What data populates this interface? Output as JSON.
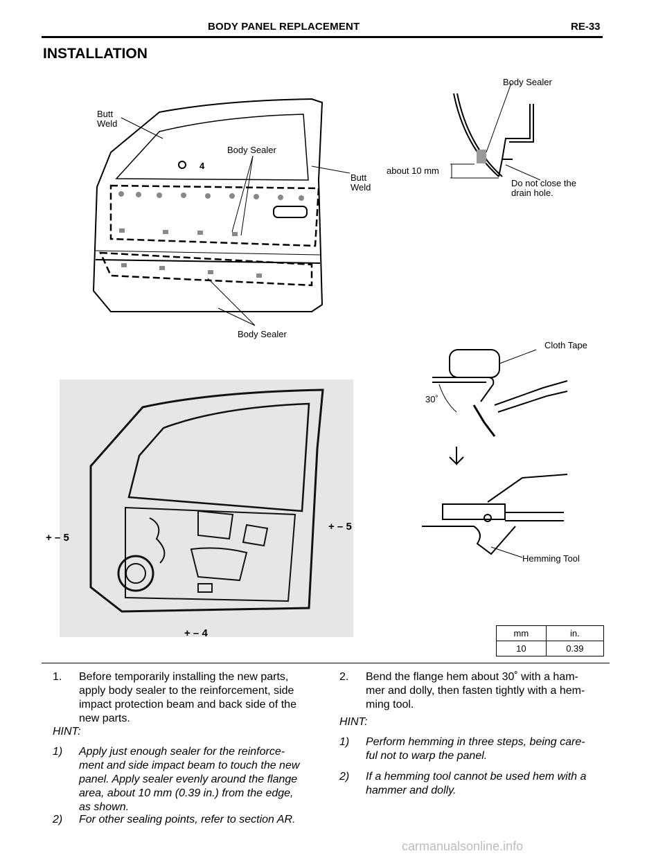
{
  "header": {
    "title": "BODY PANEL REPLACEMENT",
    "code": "RE-33"
  },
  "section_title": "INSTALLATION",
  "figure_top_left": {
    "labels": {
      "butt_weld_left": "Butt\nWeld",
      "body_sealer_mid": "Body Sealer",
      "butt_weld_right": "Butt\nWeld",
      "body_sealer_bottom": "Body Sealer",
      "callout_4": "4"
    }
  },
  "figure_top_right": {
    "labels": {
      "body_sealer": "Body Sealer",
      "about_10mm": "about 10 mm",
      "drain_hole": "Do not close the\ndrain hole."
    }
  },
  "figure_bottom_left": {
    "labels": {
      "callout_5_left": "5",
      "callout_5_right": "5",
      "callout_4": "4"
    }
  },
  "figure_bottom_right": {
    "labels": {
      "cloth_tape": "Cloth Tape",
      "angle": "30˚",
      "hemming_tool": "Hemming Tool"
    }
  },
  "conversion_table": {
    "headers": [
      "mm",
      "in."
    ],
    "rows": [
      [
        "10",
        "0.39"
      ]
    ]
  },
  "steps": {
    "step1": {
      "num": "1.",
      "text": "Before temporarily installing the new parts,\napply body sealer to the reinforcement, side\nimpact protection beam and back side of the\nnew parts.",
      "hint": "HINT:",
      "items": [
        {
          "num": "1)",
          "text": "Apply just enough sealer for the reinforce-\nment and side impact beam to touch the new\npanel. Apply sealer evenly around the flange\narea, about 10 mm (0.39 in.) from the edge,\nas shown."
        },
        {
          "num": "2)",
          "text": "For other sealing points, refer to section AR."
        }
      ]
    },
    "step2": {
      "num": "2.",
      "text": "Bend the flange hem about 30˚ with a ham-\nmer and dolly, then fasten tightly with a hem-\nming tool.",
      "hint": "HINT:",
      "items": [
        {
          "num": "1)",
          "text": "Perform hemming in three steps, being care-\nful not to warp the panel."
        },
        {
          "num": "2)",
          "text": "If a hemming tool cannot be used hem with a\nhammer and dolly."
        }
      ]
    }
  },
  "watermark": "carmanualsonline.info"
}
